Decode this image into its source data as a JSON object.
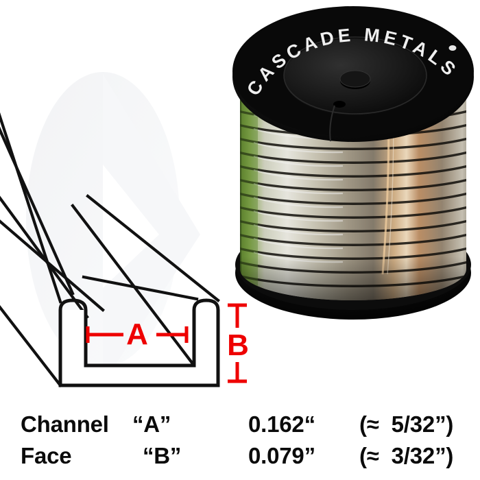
{
  "product": {
    "type": "u-channel-extrusion",
    "view": "isometric-with-cross-section"
  },
  "spool": {
    "brand_text": "CASCADE METALS",
    "body_color": "#0a0a0a",
    "wire_color": "#d8d4c4",
    "wire_highlight": "#ffffff",
    "wire_tint_left": "#6e9e3a",
    "wire_tint_right": "#c98a52"
  },
  "drawing": {
    "line_color": "#111111",
    "dimension_color": "#ee0000",
    "dimension_a_label": "A",
    "dimension_b_label": "B",
    "watermark_color": "#f4f5f7"
  },
  "specs": {
    "rows": [
      {
        "name": "Channel",
        "key": "“A”",
        "value": "0.162“",
        "approx": "(≈  5/32”)"
      },
      {
        "name": "Face",
        "key": "“B”",
        "value": "0.079”",
        "approx": "(≈  3/32”)"
      }
    ]
  }
}
